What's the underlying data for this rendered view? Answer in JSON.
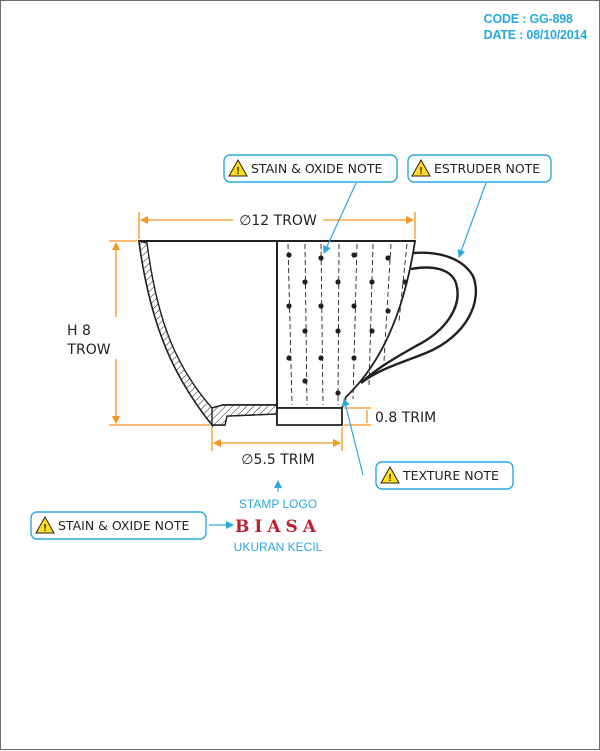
{
  "header": {
    "code": "CODE : GG-898",
    "date": "DATE : 08/10/2014"
  },
  "dimensions": {
    "width_top": "∅12 TROW",
    "height_line1": "H 8",
    "height_line2": "TROW",
    "base_diameter": "∅5.5 TRIM",
    "trim_height": "0.8 TRIM"
  },
  "notes": {
    "stain_oxide_top": "STAIN & OXIDE NOTE",
    "estruder": "ESTRUDER NOTE",
    "texture": "TEXTURE NOTE",
    "stain_oxide_bottom": "STAIN & OXIDE NOTE"
  },
  "stamp": {
    "label": "STAMP LOGO",
    "logo_text": "BIASA",
    "size_label": "UKURAN KECIL"
  },
  "colors": {
    "dimension": "#f7941d",
    "callout": "#29a8e0",
    "outline": "#231f20",
    "warning_fill": "#ffde17",
    "logo": "#be1e2d"
  }
}
